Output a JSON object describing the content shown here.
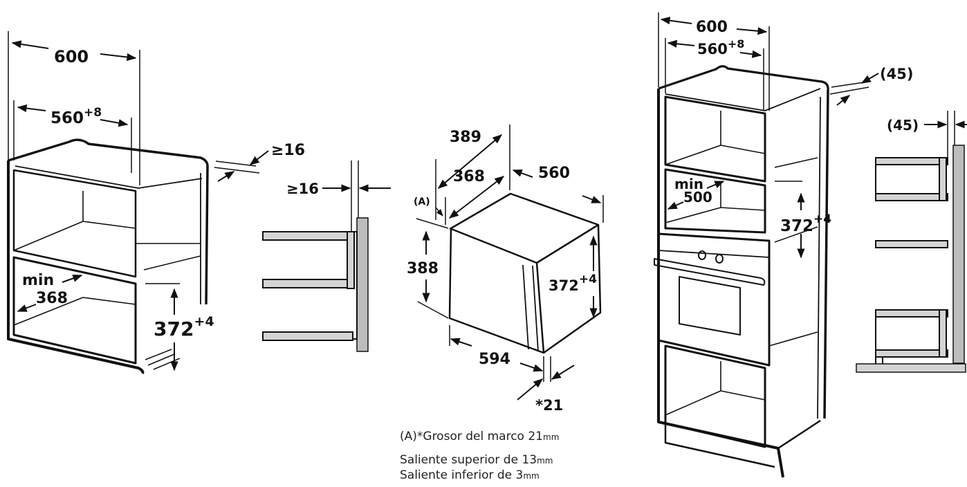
{
  "colors": {
    "line": "#111111",
    "wall": "#bdbdbd",
    "shelf": "#d4d4d4"
  },
  "figure1": {
    "width": "600",
    "inner_width": "560",
    "inner_width_tol": "+8",
    "gap": "≥16",
    "min_label": "min",
    "min_depth": "368",
    "height": "372",
    "height_tol": "+4"
  },
  "figure2": {
    "gap": "≥16"
  },
  "figure3": {
    "depth_total": "389",
    "depth_body": "368",
    "width_body": "560",
    "marker": "(A)",
    "height_total": "388",
    "height_body": "372",
    "height_body_tol": "+4",
    "width_front": "594",
    "frame": "*21"
  },
  "figure4": {
    "width": "600",
    "inner_width": "560",
    "inner_width_tol": "+8",
    "gap": "(45)",
    "min_label": "min",
    "min_depth": "500",
    "height": "372",
    "height_tol": "+4"
  },
  "figure5": {
    "gap": "(45)"
  },
  "notes": {
    "line1_prefix": "(A)*Grosor del marco 21",
    "line1_unit": "mm",
    "line2_prefix": "Saliente superior de 13",
    "line2_unit": "mm",
    "line3_prefix": "Saliente inferior de 3",
    "line3_unit": "mm"
  }
}
